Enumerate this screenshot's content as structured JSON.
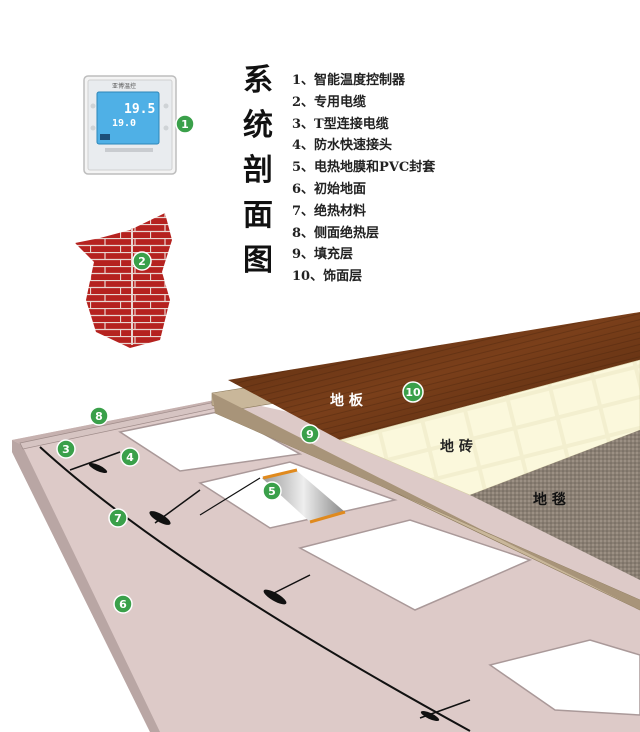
{
  "title_chars": [
    "系",
    "统",
    "剖",
    "面",
    "图"
  ],
  "legend_items": [
    "1、智能温度控制器",
    "2、专用电缆",
    "3、T型连接电缆",
    "4、防水快速接头",
    "5、电热地膜和PVC封套",
    "6、初始地面",
    "7、绝热材料",
    "8、侧面绝热层",
    "9、填充层",
    "10、饰面层"
  ],
  "material_labels": {
    "wood": "地 板",
    "tile": "地 砖",
    "carpet": "地 毯"
  },
  "markers": [
    "1",
    "2",
    "3",
    "4",
    "5",
    "6",
    "7",
    "8",
    "9",
    "10"
  ],
  "thermostat": {
    "brand": "亚博温控",
    "temp_large": "19.5",
    "temp_small": "19.0"
  },
  "colors": {
    "marker_green": "#3aa04a",
    "base_pink": "#d9c5c3",
    "brick_red": "#b5221f",
    "wood_brown": "#6b3717",
    "lcd_blue": "#4fb0e6"
  }
}
